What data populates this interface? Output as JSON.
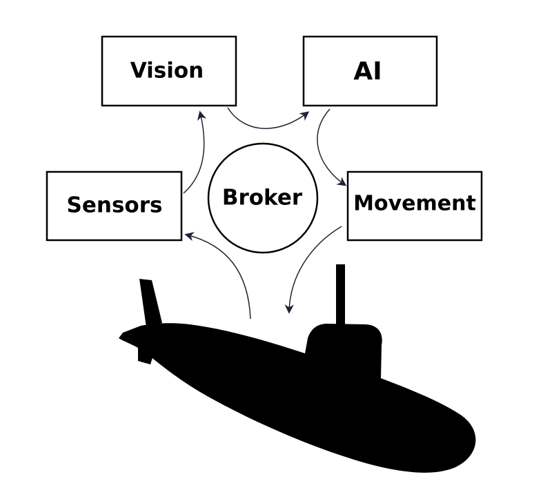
{
  "diagram": {
    "nodes": {
      "vision": "Vision",
      "ai": "AI",
      "sensors": "Sensors",
      "movement": "Movement",
      "broker": "Broker"
    },
    "edges": [
      {
        "from": "vision",
        "to": "ai"
      },
      {
        "from": "ai",
        "to": "movement"
      },
      {
        "from": "movement",
        "to": "submarine"
      },
      {
        "from": "submarine",
        "to": "sensors"
      },
      {
        "from": "sensors",
        "to": "vision"
      }
    ],
    "icons": {
      "submarine": "submarine-silhouette-icon"
    },
    "colors": {
      "stroke": "#000000",
      "fill": "#ffffff",
      "arrow": "#2a1d33"
    }
  }
}
